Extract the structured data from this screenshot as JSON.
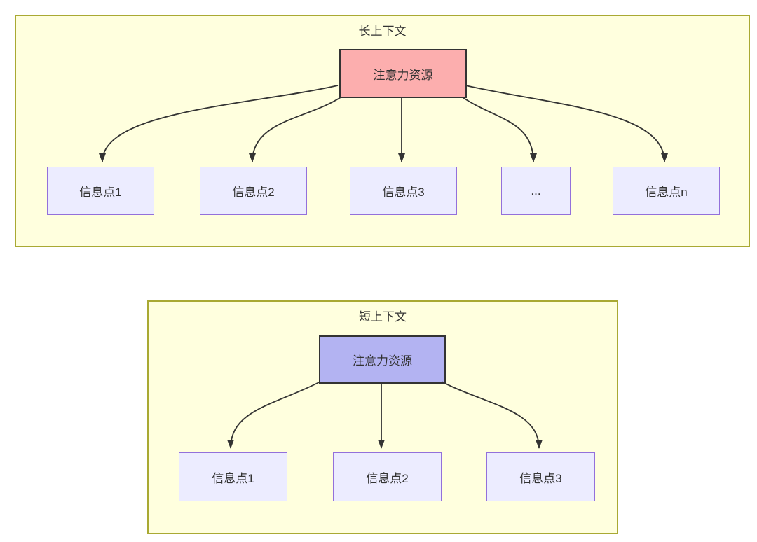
{
  "colors": {
    "page_bg": "#ffffff",
    "cluster_fill": "#ffffde",
    "cluster_border": "#a9a933",
    "node_fill": "#ececff",
    "node_border": "#9370db",
    "attention_long_fill": "#fcaeae",
    "attention_short_fill": "#b3b3f2",
    "attention_border": "#333333",
    "edge_color": "#333333",
    "text_color": "#333333"
  },
  "diagram": {
    "long_context": {
      "title": "长上下文",
      "attention_node": "注意力资源",
      "info_nodes": [
        "信息点1",
        "信息点2",
        "信息点3",
        "...",
        "信息点n"
      ],
      "edges": [
        {
          "from": "注意力资源",
          "to": "信息点1"
        },
        {
          "from": "注意力资源",
          "to": "信息点2"
        },
        {
          "from": "注意力资源",
          "to": "信息点3"
        },
        {
          "from": "注意力资源",
          "to": "..."
        },
        {
          "from": "注意力资源",
          "to": "信息点n"
        }
      ]
    },
    "short_context": {
      "title": "短上下文",
      "attention_node": "注意力资源",
      "info_nodes": [
        "信息点1",
        "信息点2",
        "信息点3"
      ],
      "edges": [
        {
          "from": "注意力资源",
          "to": "信息点1"
        },
        {
          "from": "注意力资源",
          "to": "信息点2"
        },
        {
          "from": "注意力资源",
          "to": "信息点3"
        }
      ]
    }
  }
}
